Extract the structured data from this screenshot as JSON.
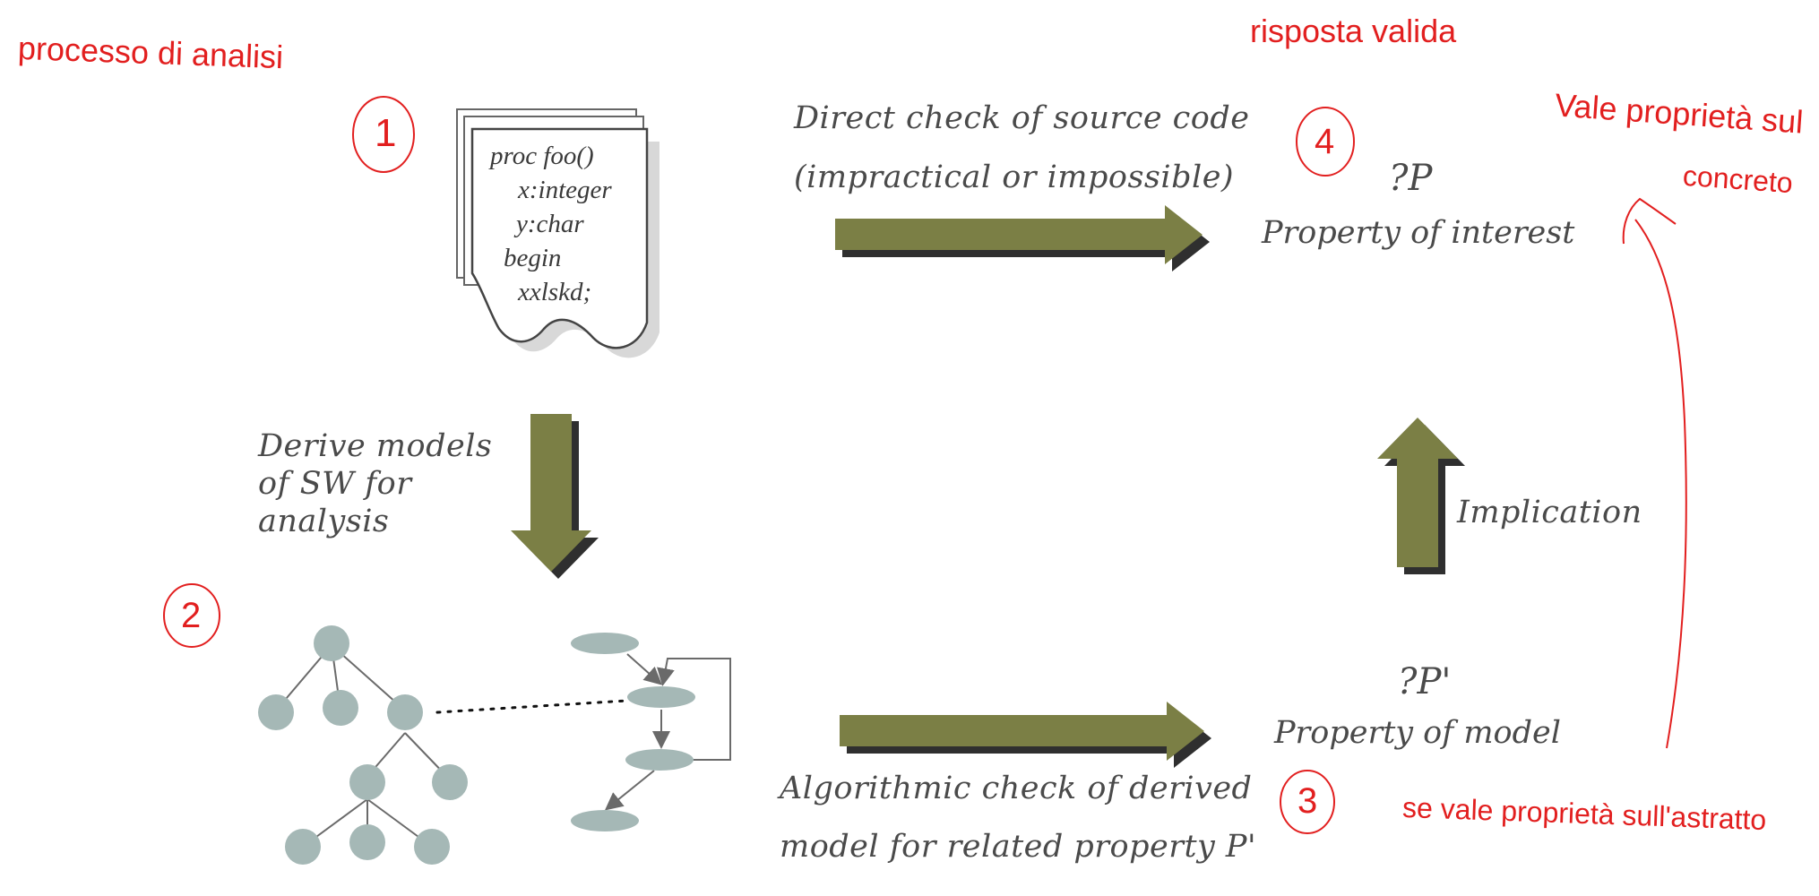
{
  "annotations": {
    "top_left": "processo di analisi",
    "top_right": "risposta valida",
    "right_upper_line1": "Vale proprietà sul",
    "right_upper_line2": "concreto",
    "bottom_right": "se vale proprietà sull'astratto",
    "step1": "1",
    "step2": "2",
    "step3": "3",
    "step4": "4"
  },
  "code_doc": {
    "lines": [
      "proc foo()",
      "x:integer",
      "y:char",
      "begin",
      "xxlskd;"
    ]
  },
  "labels": {
    "direct_check_line1": "Direct check of source code",
    "direct_check_line2": "(impractical or impossible)",
    "property_interest_symbol": "?P",
    "property_interest_label": "Property of interest",
    "derive_line1": "Derive models",
    "derive_line2": "of SW for",
    "derive_line3": "analysis",
    "implication": "Implication",
    "property_model_symbol": "?P'",
    "property_model_label": "Property of model",
    "algorithmic_line1": "Algorithmic check of derived",
    "algorithmic_line2": "model for related property P'"
  },
  "colors": {
    "arrow_fill": "#7b7f45",
    "arrow_shadow": "#2f2f2f",
    "node_fill": "#a5b8b6",
    "edge_color": "#6a6a6a",
    "annotation_red": "#e21f1f",
    "label_gray": "#4a4a4a"
  }
}
